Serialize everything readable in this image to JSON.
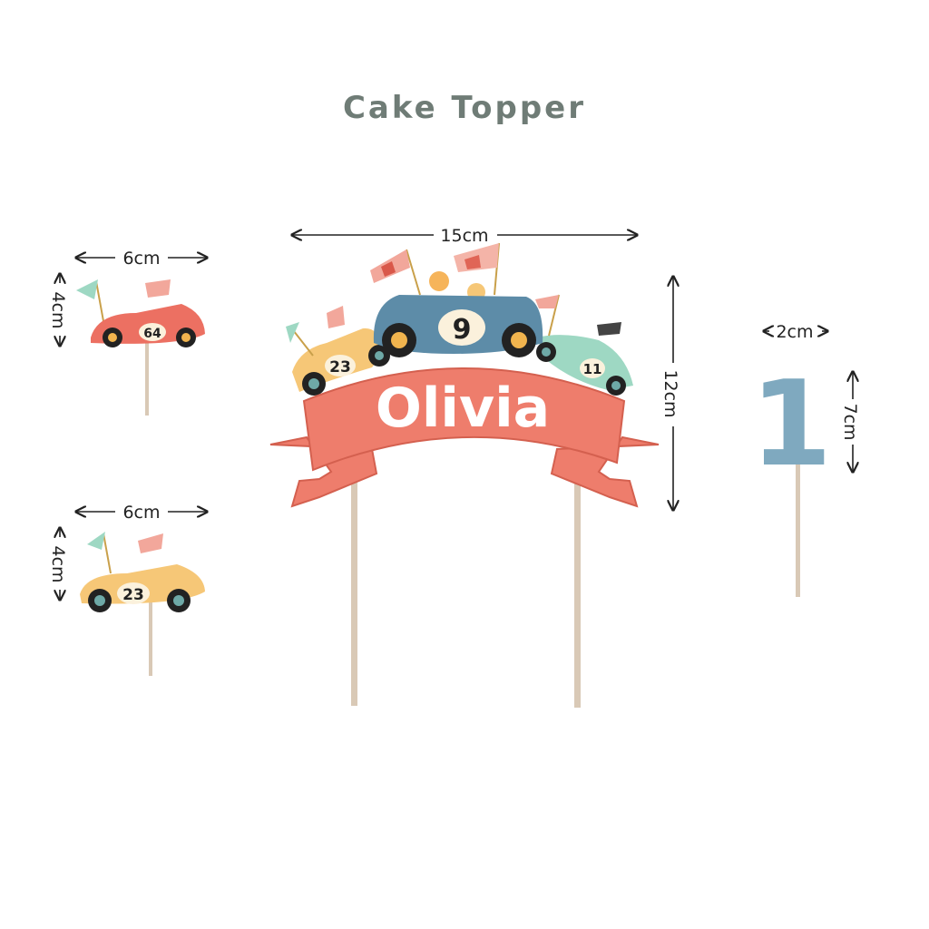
{
  "title": "Cake Topper",
  "main_topper": {
    "name": "Olivia",
    "width_label": "15cm",
    "height_label": "12cm",
    "car_numbers": [
      "23",
      "9",
      "11"
    ]
  },
  "small_topper_red": {
    "width_label": "6cm",
    "height_label": "4cm",
    "car_number": "64"
  },
  "small_topper_yellow": {
    "width_label": "6cm",
    "height_label": "4cm",
    "car_number": "23"
  },
  "number_topper": {
    "numeral": "1",
    "width_label": "2cm",
    "height_label": "7cm"
  },
  "colors": {
    "banner": "#ee7d6c",
    "banner_dark": "#d4604f",
    "blue_car": "#5d8ca8",
    "yellow_car": "#f6c777",
    "green_car": "#9ed8c3",
    "red_car": "#ec7062",
    "stick": "#d9c9b6",
    "numeral": "#7fa9bf",
    "title": "#6f7c76"
  }
}
